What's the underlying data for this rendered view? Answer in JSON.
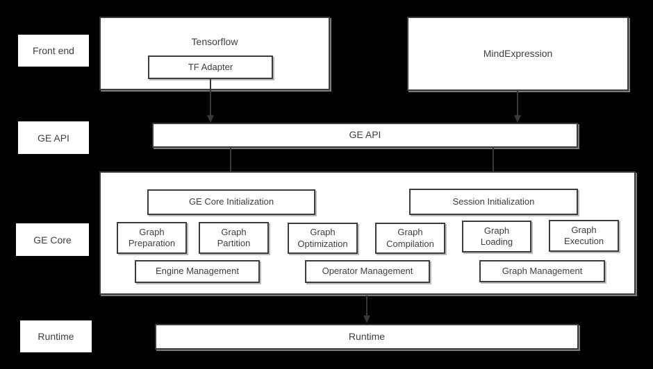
{
  "colors": {
    "background": "#000000",
    "box_fill": "#ffffff",
    "box_border": "#3c3c3c",
    "text": "#3e3e3e",
    "arrow": "#383838",
    "shadow": "#a5a5a5"
  },
  "row_labels": {
    "front_end": "Front end",
    "ge_api": "GE API",
    "ge_core": "GE Core",
    "runtime": "Runtime"
  },
  "front_end": {
    "tensorflow": "Tensorflow",
    "tf_adapter": "TF Adapter",
    "mind_expression": "MindExpression"
  },
  "api_layer": {
    "ge_api_bar": "GE API"
  },
  "ge_core": {
    "ge_core_initialization": "GE Core Initialization",
    "session_initialization": "Session Initialization",
    "modules": [
      "Graph\nPreparation",
      "Graph\nPartition",
      "Graph\nOptimization",
      "Graph\nCompilation",
      "Graph\nLoading",
      "Graph\nExecution"
    ],
    "management": [
      "Engine Management",
      "Operator Management",
      "Graph Management"
    ]
  },
  "runtime_layer": {
    "runtime_bar": "Runtime"
  }
}
